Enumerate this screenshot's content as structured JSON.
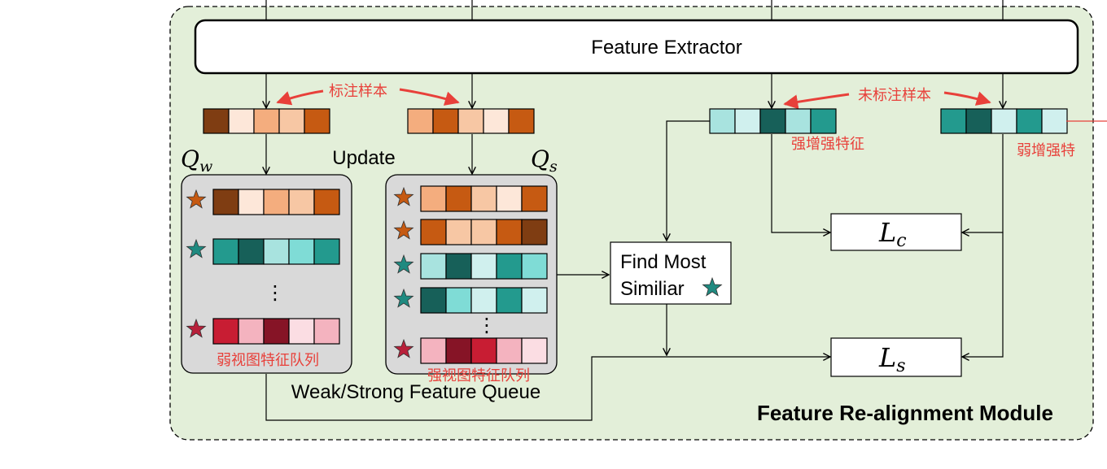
{
  "colors": {
    "module_bg": "#e3efd9",
    "queue_bg": "#d9d9d9",
    "annotation": "#e8403a",
    "star_orange": "#c65a12",
    "star_teal": "#1f8a80",
    "star_red": "#b8203a"
  },
  "extractor": {
    "label": "Feature Extractor"
  },
  "annotations": {
    "labeled_samples": "标注样本",
    "unlabeled_samples": "未标注样本",
    "strong_aug_feature": "强增强特征",
    "strong_aug_partial": "弱增强特",
    "weak_queue_cn": "弱视图特征队列",
    "strong_queue_cn": "强视图特征队列"
  },
  "labels": {
    "qw_main": "Q",
    "qw_sub": "w",
    "qs_main": "Q",
    "qs_sub": "s",
    "update": "Update",
    "queue_caption": "Weak/Strong Feature Queue",
    "module_title": "Feature Re-alignment Module",
    "find_line1": "Find Most",
    "find_line2": "Similiar",
    "lc_main": "L",
    "lc_sub": "c",
    "ls_main": "L",
    "ls_sub": "s",
    "vdots": "⋮"
  },
  "feature_vectors": {
    "labeled_weak": [
      "#7f3d12",
      "#fde7d9",
      "#f4ad7e",
      "#f7c7a4",
      "#c65a12"
    ],
    "labeled_strong": [
      "#f4ad7e",
      "#c65a12",
      "#f7c7a4",
      "#fde7d9",
      "#c65a12"
    ],
    "unlabeled_strong": [
      "#a8e3df",
      "#d0f0ee",
      "#176059",
      "#a8e3df",
      "#239a8e"
    ],
    "unlabeled_weak": [
      "#239a8e",
      "#176059",
      "#d0f0ee",
      "#239a8e",
      "#d0f0ee"
    ]
  },
  "weak_queue": [
    {
      "star": "#c65a12",
      "cells": [
        "#7f3d12",
        "#fde7d9",
        "#f4ad7e",
        "#f7c7a4",
        "#c65a12"
      ]
    },
    {
      "star": "#1f8a80",
      "cells": [
        "#239a8e",
        "#176059",
        "#a8e3df",
        "#7fdcd6",
        "#239a8e"
      ]
    },
    {
      "star": "#b8203a",
      "cells": [
        "#c81d33",
        "#f4b3bf",
        "#861426",
        "#fbdde3",
        "#f4b3bf"
      ]
    }
  ],
  "strong_queue": [
    {
      "star": "#c65a12",
      "cells": [
        "#f4ad7e",
        "#c65a12",
        "#f7c7a4",
        "#fde7d9",
        "#c65a12"
      ]
    },
    {
      "star": "#c65a12",
      "cells": [
        "#c65a12",
        "#f7c7a4",
        "#f7c7a4",
        "#c65a12",
        "#7f3d12"
      ]
    },
    {
      "star": "#1f8a80",
      "cells": [
        "#a8e3df",
        "#176059",
        "#d0f0ee",
        "#239a8e",
        "#7fdcd6"
      ]
    },
    {
      "star": "#1f8a80",
      "cells": [
        "#176059",
        "#7fdcd6",
        "#d0f0ee",
        "#239a8e",
        "#d0f0ee"
      ]
    },
    {
      "star": "#b8203a",
      "cells": [
        "#f4b3bf",
        "#861426",
        "#c81d33",
        "#f4b3bf",
        "#fbdde3"
      ]
    }
  ]
}
